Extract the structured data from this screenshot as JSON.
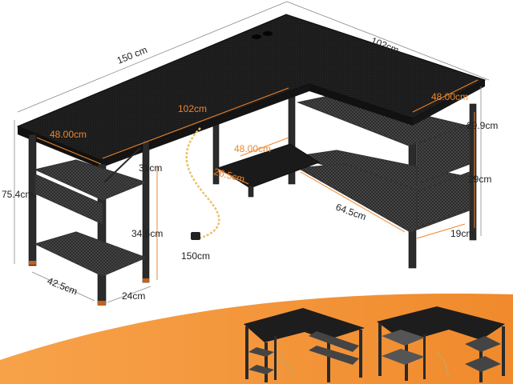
{
  "dimensions": {
    "top_length_left": "150 cm",
    "top_length_right": "102cm",
    "left_depth": "48.00cm",
    "inner_length": "102cm",
    "right_depth": "48.00cm",
    "center_shelf_width": "48.00cm",
    "center_shelf_depth": "26.5cm",
    "total_height": "75.4cm",
    "left_shelf_gap_top": "31cm",
    "left_shelf_gap_bottom": "34.5cm",
    "cable_length": "150cm",
    "left_base_depth": "42.5cm",
    "left_base_width": "24cm",
    "right_shelf_gap_top": "29.9cm",
    "right_shelf_gap_bottom": "29cm",
    "right_shelf_length": "64.5cm",
    "right_shelf_depth": "19cm"
  },
  "colors": {
    "desk_top": "#1b1b1b",
    "frame": "#2a2a2a",
    "accent_orange": "#f0862b",
    "dimension_text": "#1f1f1f"
  }
}
